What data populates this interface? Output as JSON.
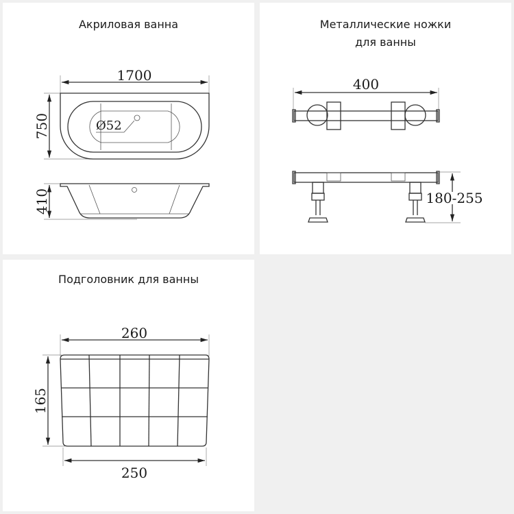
{
  "panels": {
    "bathtub": {
      "title": "Акриловая ванна",
      "dimensions": {
        "length": "1700",
        "width": "750",
        "height": "410",
        "drain_diameter": "Ø52"
      }
    },
    "legs": {
      "title_line1": "Металлические ножки",
      "title_line2": "для ванны",
      "dimensions": {
        "length": "400",
        "height_range": "180-255"
      }
    },
    "headrest": {
      "title": "Подголовник для ванны",
      "dimensions": {
        "top_width": "260",
        "bottom_width": "250",
        "height": "165"
      },
      "grid": {
        "columns": 5,
        "rows": 3
      }
    }
  },
  "colors": {
    "background": "#f0f0f0",
    "card": "#ffffff",
    "line": "#333333",
    "text": "#1a1a1a"
  }
}
